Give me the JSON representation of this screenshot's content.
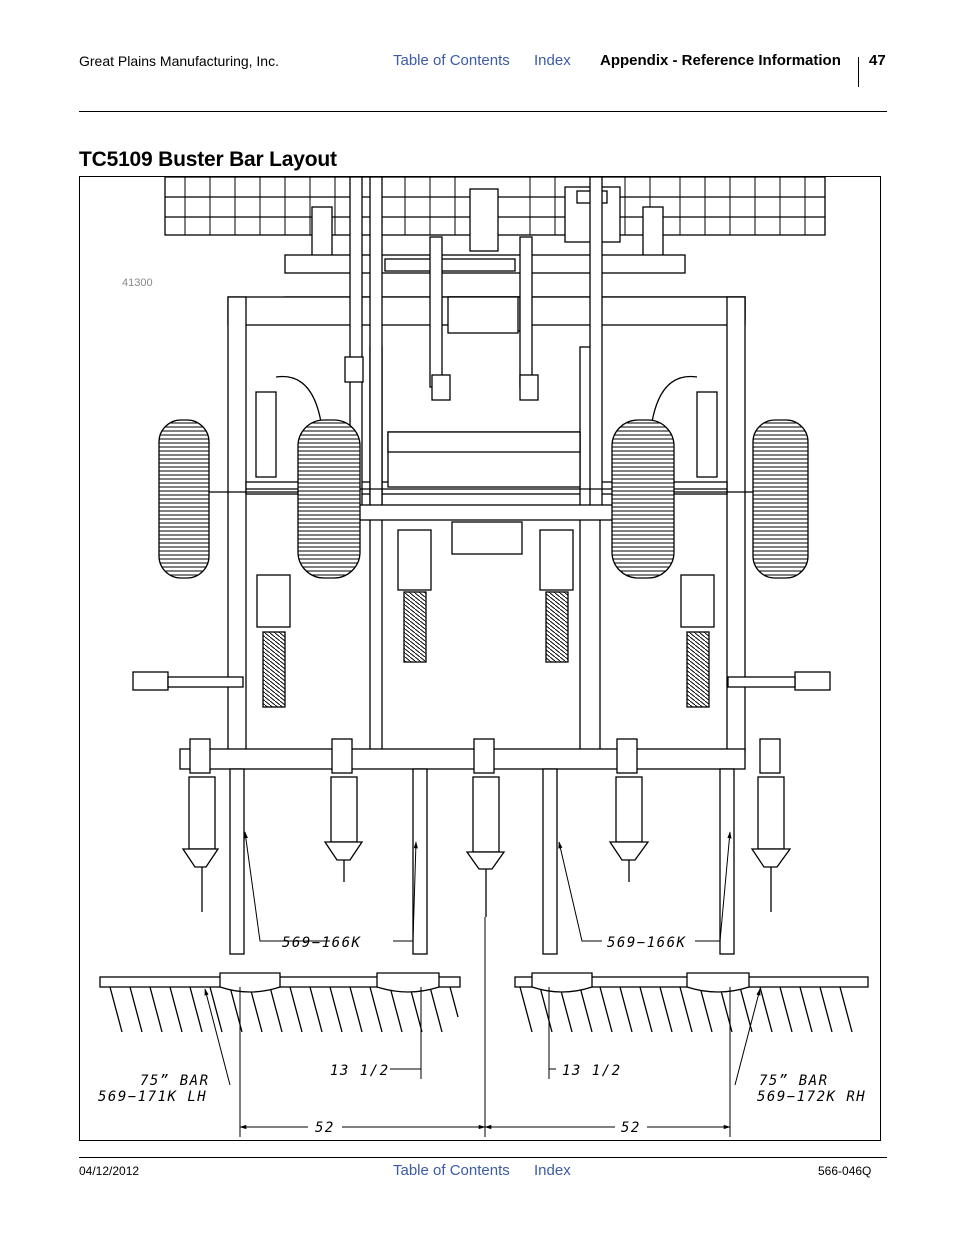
{
  "header": {
    "company": "Great Plains Manufacturing, Inc.",
    "toc_link": "Table of Contents",
    "index_link": "Index",
    "section": "Appendix - Reference Information",
    "page_number": "47"
  },
  "title": "TC5109 Buster Bar Layout",
  "figure": {
    "figure_id": "41300",
    "callouts": {
      "part_left": "569−166K",
      "part_right": "569−166K",
      "bar_left_line1": "75” BAR",
      "bar_left_line2": "569−171K LH",
      "bar_right_line1": "75” BAR",
      "bar_right_line2": "569−172K RH",
      "dim_inner_left": "13 1/2",
      "dim_inner_right": "13 1/2",
      "dim_outer_left": "52",
      "dim_outer_right": "52"
    }
  },
  "footer": {
    "date": "04/12/2012",
    "toc_link": "Table of Contents",
    "index_link": "Index",
    "doc_number": "566-046Q"
  }
}
